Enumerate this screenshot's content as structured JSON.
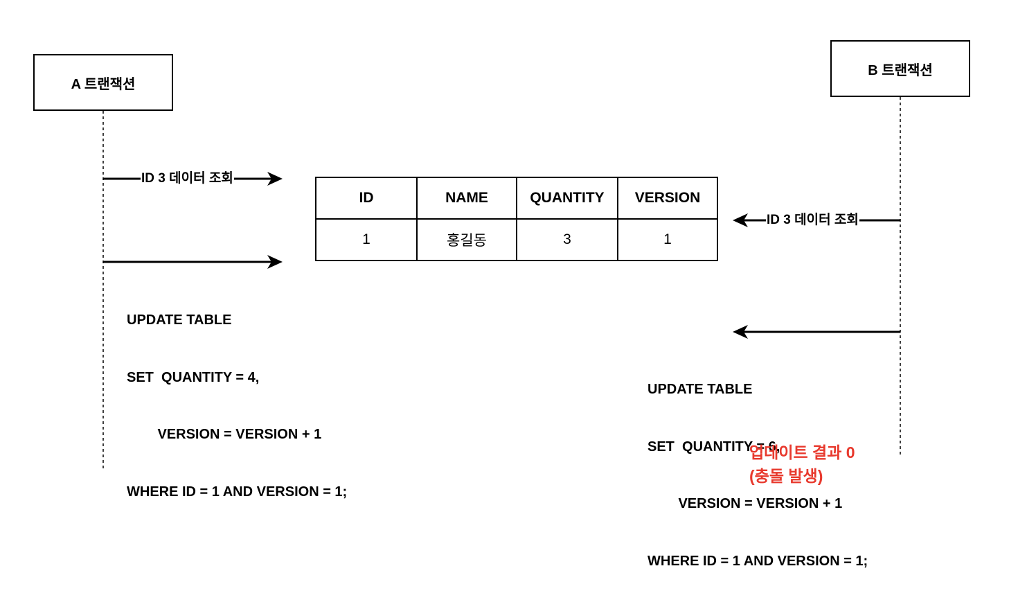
{
  "transaction_a": {
    "label": "A 트랜잭션"
  },
  "transaction_b": {
    "label": "B 트랜잭션"
  },
  "a_read_label": "ID 3 데이터 조회",
  "b_read_label": "ID 3 데이터 조회",
  "table": {
    "headers": [
      "ID",
      "NAME",
      "QUANTITY",
      "VERSION"
    ],
    "rows": [
      [
        "1",
        "홍길동",
        "3",
        "1"
      ]
    ]
  },
  "a_update_sql": [
    "UPDATE TABLE",
    "SET  QUANTITY = 4,",
    "        VERSION = VERSION + 1",
    "WHERE ID = 1 AND VERSION = 1;"
  ],
  "b_update_sql": [
    "UPDATE TABLE",
    "SET  QUANTITY = 6,",
    "        VERSION = VERSION + 1",
    "WHERE ID = 1 AND VERSION = 1;"
  ],
  "result": [
    "업데이트 결과 0",
    "(충돌 발생)"
  ],
  "colors": {
    "result": "#e8392d",
    "line": "#000000"
  }
}
